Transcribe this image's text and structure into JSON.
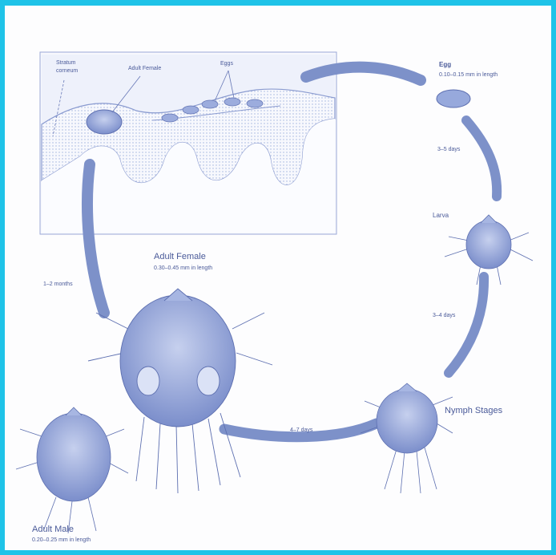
{
  "colors": {
    "border": "#1fc3e8",
    "ink": "#4a5a99",
    "arrow": "#7d91c9",
    "body": "#8ea0d4"
  },
  "inset": {
    "stratum_corneum": "Stratum\ncorneum",
    "adult_female": "Adult Female",
    "eggs": "Eggs"
  },
  "stages": {
    "egg": {
      "name": "Egg",
      "size": "0.10–0.15 mm in length"
    },
    "larva": {
      "name": "Larva"
    },
    "nymph": {
      "name": "Nymph Stages"
    },
    "adult_female": {
      "name": "Adult Female",
      "size": "0.30–0.45 mm in length"
    },
    "adult_male": {
      "name": "Adult Male",
      "size": "0.20–0.25 mm in length"
    }
  },
  "durations": {
    "egg_to_larva": "3–5 days",
    "larva_to_nymph": "3–4 days",
    "nymph_to_adult": "4–7 days",
    "adult_lifespan": "1–2 months"
  }
}
